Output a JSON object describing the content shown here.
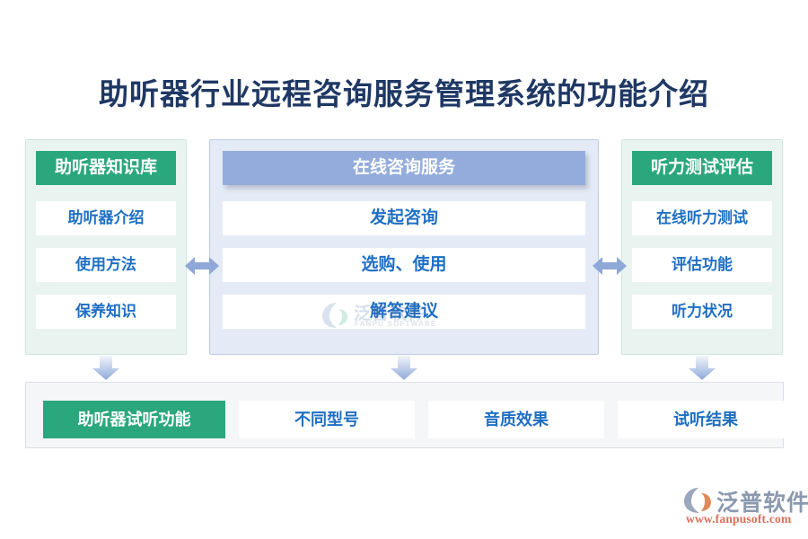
{
  "title": "助听器行业远程咨询服务管理系统的功能介绍",
  "colors": {
    "title_navy": "#1F3864",
    "green_header": "#2BA77E",
    "blue_header": "#93ACDB",
    "item_blue_text": "#1F6FC4",
    "left_panel_bg": "#E9F4F0",
    "mid_panel_bg": "#E4EBF7",
    "bottom_panel_bg": "#F5F6F8",
    "arrow_blue": "#8FA8D8",
    "logo_url_orange": "#D8705A"
  },
  "columns": [
    {
      "header": "助听器知识库",
      "items": [
        "助听器介绍",
        "使用方法",
        "保养知识"
      ]
    },
    {
      "header": "在线咨询服务",
      "items": [
        "发起咨询",
        "选购、使用",
        "解答建议"
      ]
    },
    {
      "header": "听力测试评估",
      "items": [
        "在线听力测试",
        "评估功能",
        "听力状况"
      ]
    }
  ],
  "bottom_bar": {
    "label": "助听器试听功能",
    "items": [
      "不同型号",
      "音质效果",
      "试听结果"
    ]
  },
  "watermark": {
    "text": "泛普软件",
    "subtext": "FANPU SOFTWARE"
  },
  "logo": {
    "name": "泛普软件",
    "url": "www.fanpusoft.com"
  }
}
